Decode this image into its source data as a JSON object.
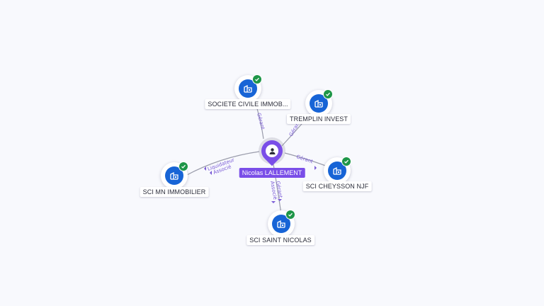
{
  "center": {
    "name": "Nicolas LALLEMENT",
    "icon": "person-icon",
    "color": "#7a4ee8"
  },
  "companies": [
    {
      "key": "societe-civile",
      "name": "SOCIETE CIVILE IMMOB...",
      "icon": "building-icon",
      "verified": true
    },
    {
      "key": "tremplin-invest",
      "name": "TREMPLIN INVEST",
      "icon": "building-icon",
      "verified": true
    },
    {
      "key": "sci-cheysson-njf",
      "name": "SCI CHEYSSON NJF",
      "icon": "building-icon",
      "verified": true
    },
    {
      "key": "sci-saint-nicolas",
      "name": "SCI SAINT NICOLAS",
      "icon": "building-icon",
      "verified": true
    },
    {
      "key": "sci-mn-immobilier",
      "name": "SCI MN IMMOBILIER",
      "icon": "building-icon",
      "verified": true
    }
  ],
  "relations": [
    {
      "to": "societe-civile",
      "roles": [
        "Gérant"
      ]
    },
    {
      "to": "tremplin-invest",
      "roles": [
        "Gérant"
      ]
    },
    {
      "to": "sci-cheysson-njf",
      "roles": [
        "Gérant"
      ]
    },
    {
      "to": "sci-saint-nicolas",
      "roles": [
        "Gérant",
        "Associé"
      ]
    },
    {
      "to": "sci-mn-immobilier",
      "roles": [
        "Liquidateur",
        "Associé"
      ]
    }
  ],
  "colors": {
    "company": "#1764d6",
    "verified": "#1e9648",
    "relation_label": "#7a5bd6",
    "edge": "#9a9cab"
  }
}
